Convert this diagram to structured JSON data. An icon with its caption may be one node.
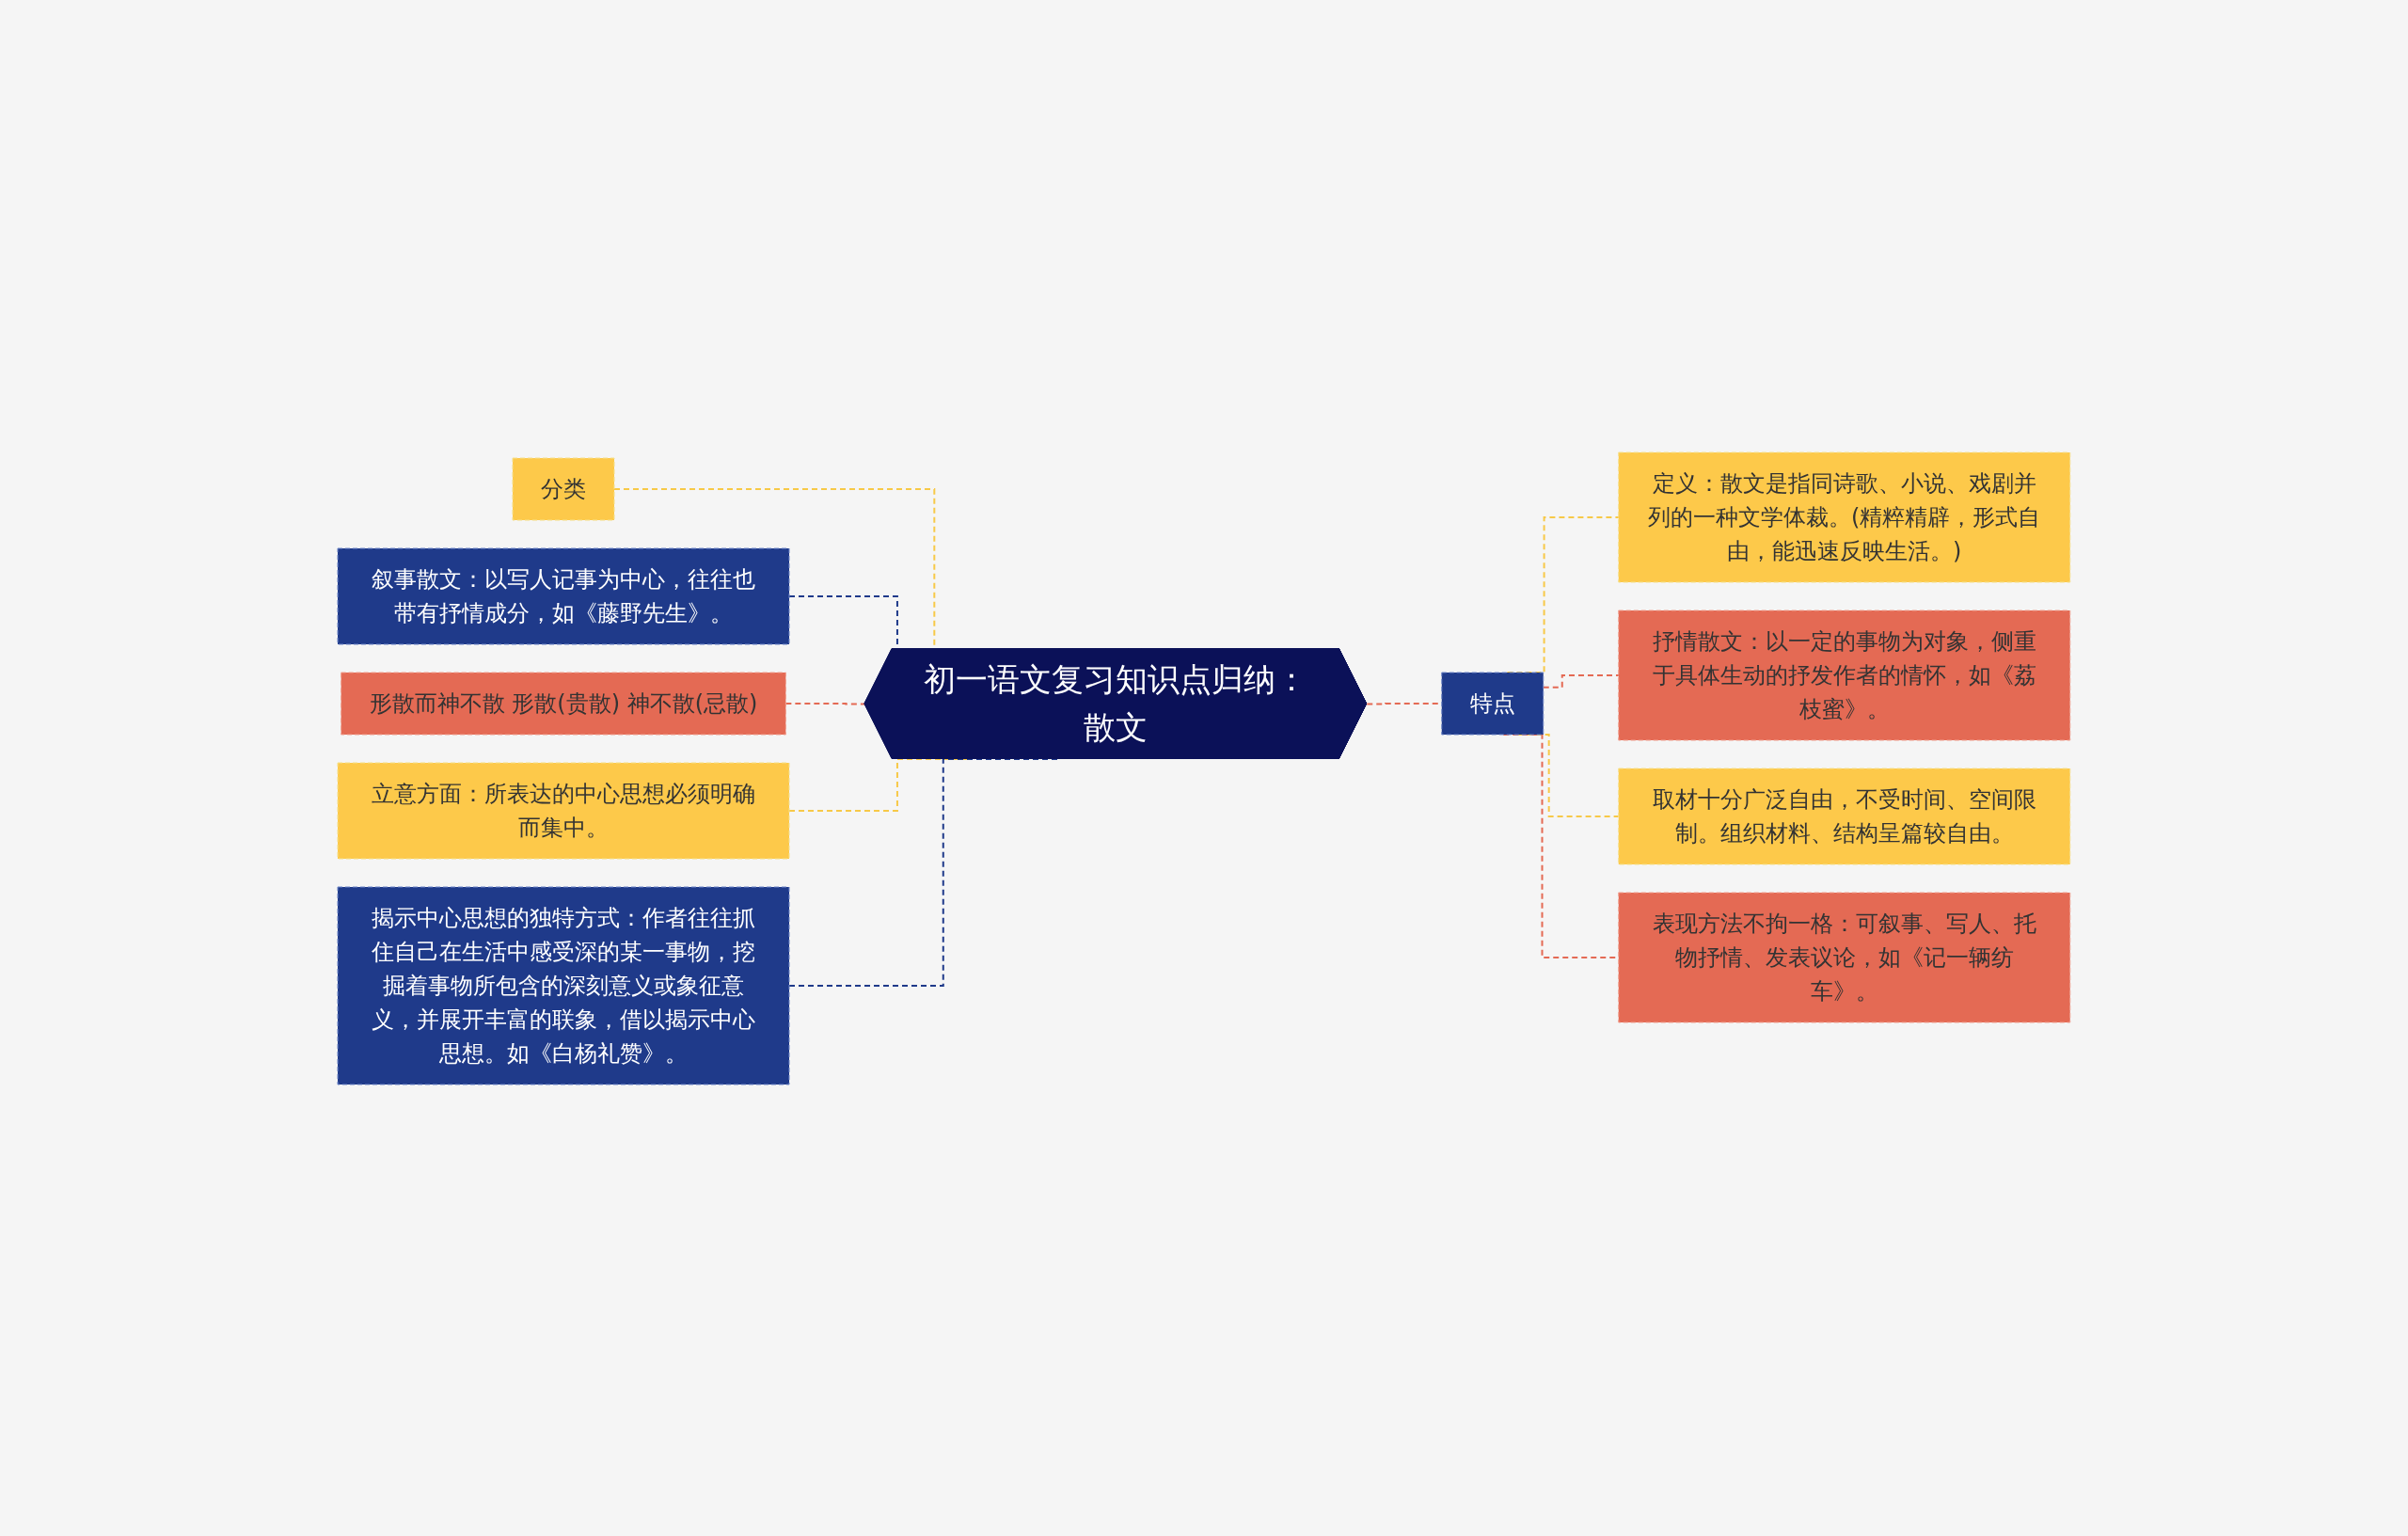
{
  "diagram": {
    "nodes": [
      {
        "text": [
          "初一语文复习知识点归纳：散文"
        ]
      },
      {
        "text": [
          "分类"
        ]
      },
      {
        "text": [
          "叙事散文：以写人记事为中心，往往也带有抒情成分，如《藤野先生》。"
        ]
      },
      {
        "text": [
          "形散而神不散 形散(贵散) 神不散(忌散)"
        ]
      },
      {
        "text": [
          "立意方面：所表达的中心思想必须明确而集中。"
        ]
      },
      {
        "text": [
          "揭示中心思想的独特方式：作者往往抓住自己在生活中感受深的某一事物，挖掘着事物所包含的深刻意义或象征意义，并展开丰富的联象，借以揭示中心思想。如《白杨礼赞》。"
        ]
      },
      {
        "text": [
          "特点"
        ]
      },
      {
        "text": [
          "定义：散文是指同诗歌、小说、戏剧并列的一种文学体裁。(精粹精辟，形式自由，能迅速反映生活。)"
        ]
      },
      {
        "text": [
          "抒情散文：以一定的事物为对象，侧重于具体生动的抒发作者的情怀，如《荔枝蜜》。"
        ]
      },
      {
        "text": [
          "取材十分广泛自由，不受时间、空间限制。组织材料、结构呈篇较自由。"
        ]
      },
      {
        "text": [
          "表现方法不拘一格：可叙事、写人、托物抒情、发表议论，如《记一辆纺车》。"
        ]
      }
    ],
    "edges": [
      {
        "from": 0,
        "to": 1,
        "arrow": "none",
        "style": "dashed",
        "color": "#f7c948"
      },
      {
        "from": 0,
        "to": 2,
        "arrow": "none",
        "style": "dashed",
        "color": "#1f3a8a"
      },
      {
        "from": 0,
        "to": 3,
        "arrow": "none",
        "style": "dashed",
        "color": "#e46a54"
      },
      {
        "from": 0,
        "to": 4,
        "arrow": "none",
        "style": "dashed",
        "color": "#f7c948"
      },
      {
        "from": 0,
        "to": 5,
        "arrow": "none",
        "style": "dashed",
        "color": "#1f3a8a"
      },
      {
        "from": 0,
        "to": 6,
        "arrow": "none",
        "style": "dashed",
        "color": "#e46a54"
      },
      {
        "from": 6,
        "to": 7,
        "arrow": "none",
        "style": "dashed",
        "color": "#f7c948"
      },
      {
        "from": 6,
        "to": 8,
        "arrow": "none",
        "style": "dashed",
        "color": "#e46a54"
      },
      {
        "from": 6,
        "to": 9,
        "arrow": "none",
        "style": "dashed",
        "color": "#f7c948"
      },
      {
        "from": 6,
        "to": 10,
        "arrow": "none",
        "style": "dashed",
        "color": "#e46a54"
      }
    ]
  }
}
